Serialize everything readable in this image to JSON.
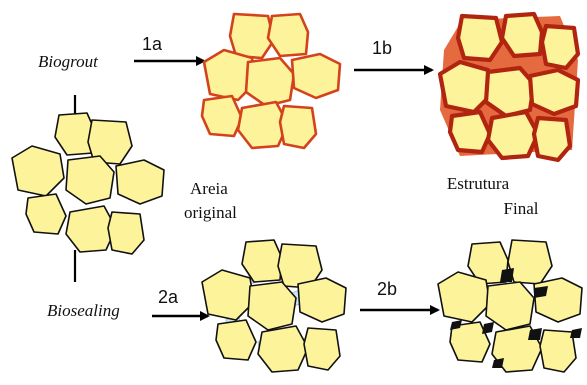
{
  "labels": {
    "biogrout": "Biogrout",
    "biosealing": "Biosealing",
    "areia_line1": "Areia",
    "areia_line2": "original",
    "final_line1": "Estrutura",
    "final_line2": "Final"
  },
  "steps": {
    "s1a": "1a",
    "s1b": "1b",
    "s2a": "2a",
    "s2b": "2b"
  },
  "colors": {
    "grain_fill": "#fdf39b",
    "grain_outline": "#111111",
    "biogrout_outline": "#d4421c",
    "biosealing_bridge": "#cfe7ef",
    "final_seal": "#111111"
  }
}
